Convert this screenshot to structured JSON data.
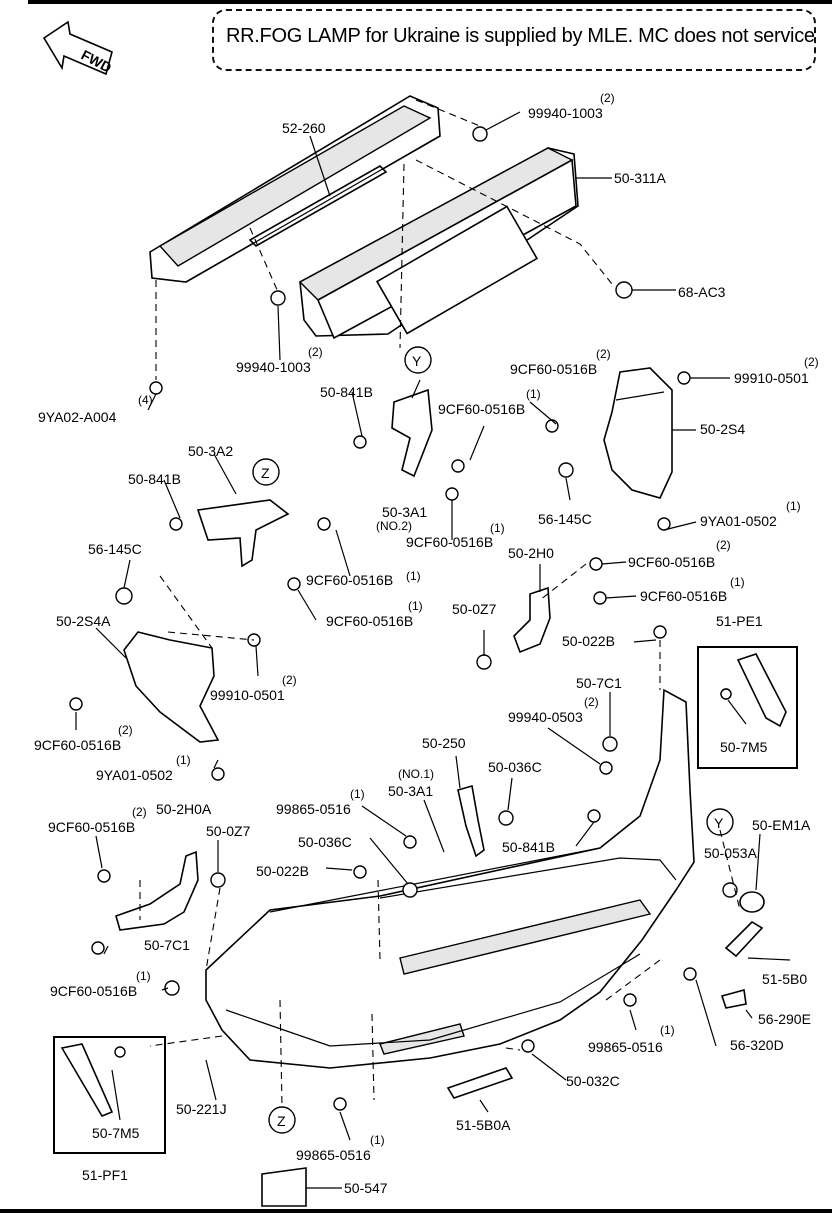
{
  "note": "RR.FOG LAMP for Ukraine is supplied by  MLE. MC does not service",
  "fwd": "FWD",
  "markers": {
    "y": "Y",
    "z": "Z"
  },
  "labels": {
    "p52_260": "52-260",
    "p99940_1003_a": "99940-1003",
    "p99940_1003_a_qty": "(2)",
    "p50_311A": "50-311A",
    "p68_AC3": "68-AC3",
    "p99940_1003_b": "99940-1003",
    "p99940_1003_b_qty": "(2)",
    "p9YA02_A004": "9YA02-A004",
    "p9YA02_A004_qty": "(4)",
    "p50_841B_a": "50-841B",
    "p9CF60_0516B_a": "9CF60-0516B",
    "p9CF60_0516B_a_qty": "(1)",
    "p9CF60_0516B_b": "9CF60-0516B",
    "p9CF60_0516B_b_qty": "(2)",
    "p99910_0501_a": "99910-0501",
    "p99910_0501_a_qty": "(2)",
    "p50_2S4": "50-2S4",
    "p50_3A2": "50-3A2",
    "p50_841B_b": "50-841B",
    "p50_3A1_no2": "50-3A1",
    "p50_3A1_no2_sub": "(NO.2)",
    "p9CF60_0516B_c": "9CF60-0516B",
    "p9CF60_0516B_c_qty": "(1)",
    "p56_145C_a": "56-145C",
    "p9YA01_0502_a": "9YA01-0502",
    "p9YA01_0502_a_qty": "(1)",
    "p9CF60_0516B_d": "9CF60-0516B",
    "p9CF60_0516B_d_qty": "(1)",
    "p50_2H0": "50-2H0",
    "p9CF60_0516B_e": "9CF60-0516B",
    "p9CF60_0516B_e_qty": "(2)",
    "p56_145C_b": "56-145C",
    "p9CF60_0516B_f": "9CF60-0516B",
    "p9CF60_0516B_f_qty": "(1)",
    "p9CF60_0516B_g": "9CF60-0516B",
    "p9CF60_0516B_g_qty": "(1)",
    "p50_0Z7_a": "50-0Z7",
    "p51_PE1": "51-PE1",
    "p50_2S4A": "50-2S4A",
    "p50_022B_a": "50-022B",
    "p99910_0501_b": "99910-0501",
    "p99910_0501_b_qty": "(2)",
    "p50_7C1_a": "50-7C1",
    "p9CF60_0516B_h": "9CF60-0516B",
    "p9CF60_0516B_h_qty": "(2)",
    "p99940_0503": "99940-0503",
    "p99940_0503_qty": "(2)",
    "p50_7M5_a": "50-7M5",
    "p9YA01_0502_b": "9YA01-0502",
    "p9YA01_0502_b_qty": "(1)",
    "p50_250": "50-250",
    "p50_036C_a": "50-036C",
    "p50_3A1_no1_sub": "(NO.1)",
    "p50_3A1_no1": "50-3A1",
    "p99865_0516_a": "99865-0516",
    "p99865_0516_a_qty": "(1)",
    "p9CF60_0516B_i": "9CF60-0516B",
    "p9CF60_0516B_i_qty": "(2)",
    "p50_2H0A": "50-2H0A",
    "p50_0Z7_b": "50-0Z7",
    "p50_036C_b": "50-036C",
    "p50_841B_c": "50-841B",
    "p50_EM1A": "50-EM1A",
    "p50_053A": "50-053A",
    "p50_022B_b": "50-022B",
    "p50_7C1_b": "50-7C1",
    "p9CF60_0516B_j": "9CF60-0516B",
    "p9CF60_0516B_j_qty": "(1)",
    "p51_5B0": "51-5B0",
    "p56_290E": "56-290E",
    "p99865_0516_b": "99865-0516",
    "p99865_0516_b_qty": "(1)",
    "p56_320D": "56-320D",
    "p50_032C": "50-032C",
    "p50_221J": "50-221J",
    "p51_5B0A": "51-5B0A",
    "p50_7M5_b": "50-7M5",
    "p99865_0516_c": "99865-0516",
    "p99865_0516_c_qty": "(1)",
    "p51_PF1": "51-PF1",
    "p50_547": "50-547"
  }
}
